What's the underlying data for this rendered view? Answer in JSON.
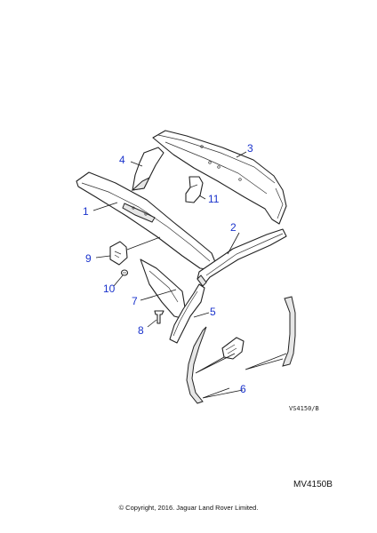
{
  "diagram": {
    "callouts": [
      {
        "id": "1",
        "label": "1"
      },
      {
        "id": "2",
        "label": "2"
      },
      {
        "id": "3",
        "label": "3"
      },
      {
        "id": "4",
        "label": "4"
      },
      {
        "id": "5",
        "label": "5"
      },
      {
        "id": "6",
        "label": "6"
      },
      {
        "id": "7",
        "label": "7"
      },
      {
        "id": "8",
        "label": "8"
      },
      {
        "id": "9",
        "label": "9"
      },
      {
        "id": "10",
        "label": "10"
      },
      {
        "id": "11",
        "label": "11"
      }
    ],
    "figure_reference": "VS4150/B",
    "callout_color": "#1a33cc"
  },
  "footer": {
    "drawing_code": "MV4150B",
    "copyright": "© Copyright, 2016. Jaguar Land Rover Limited."
  }
}
